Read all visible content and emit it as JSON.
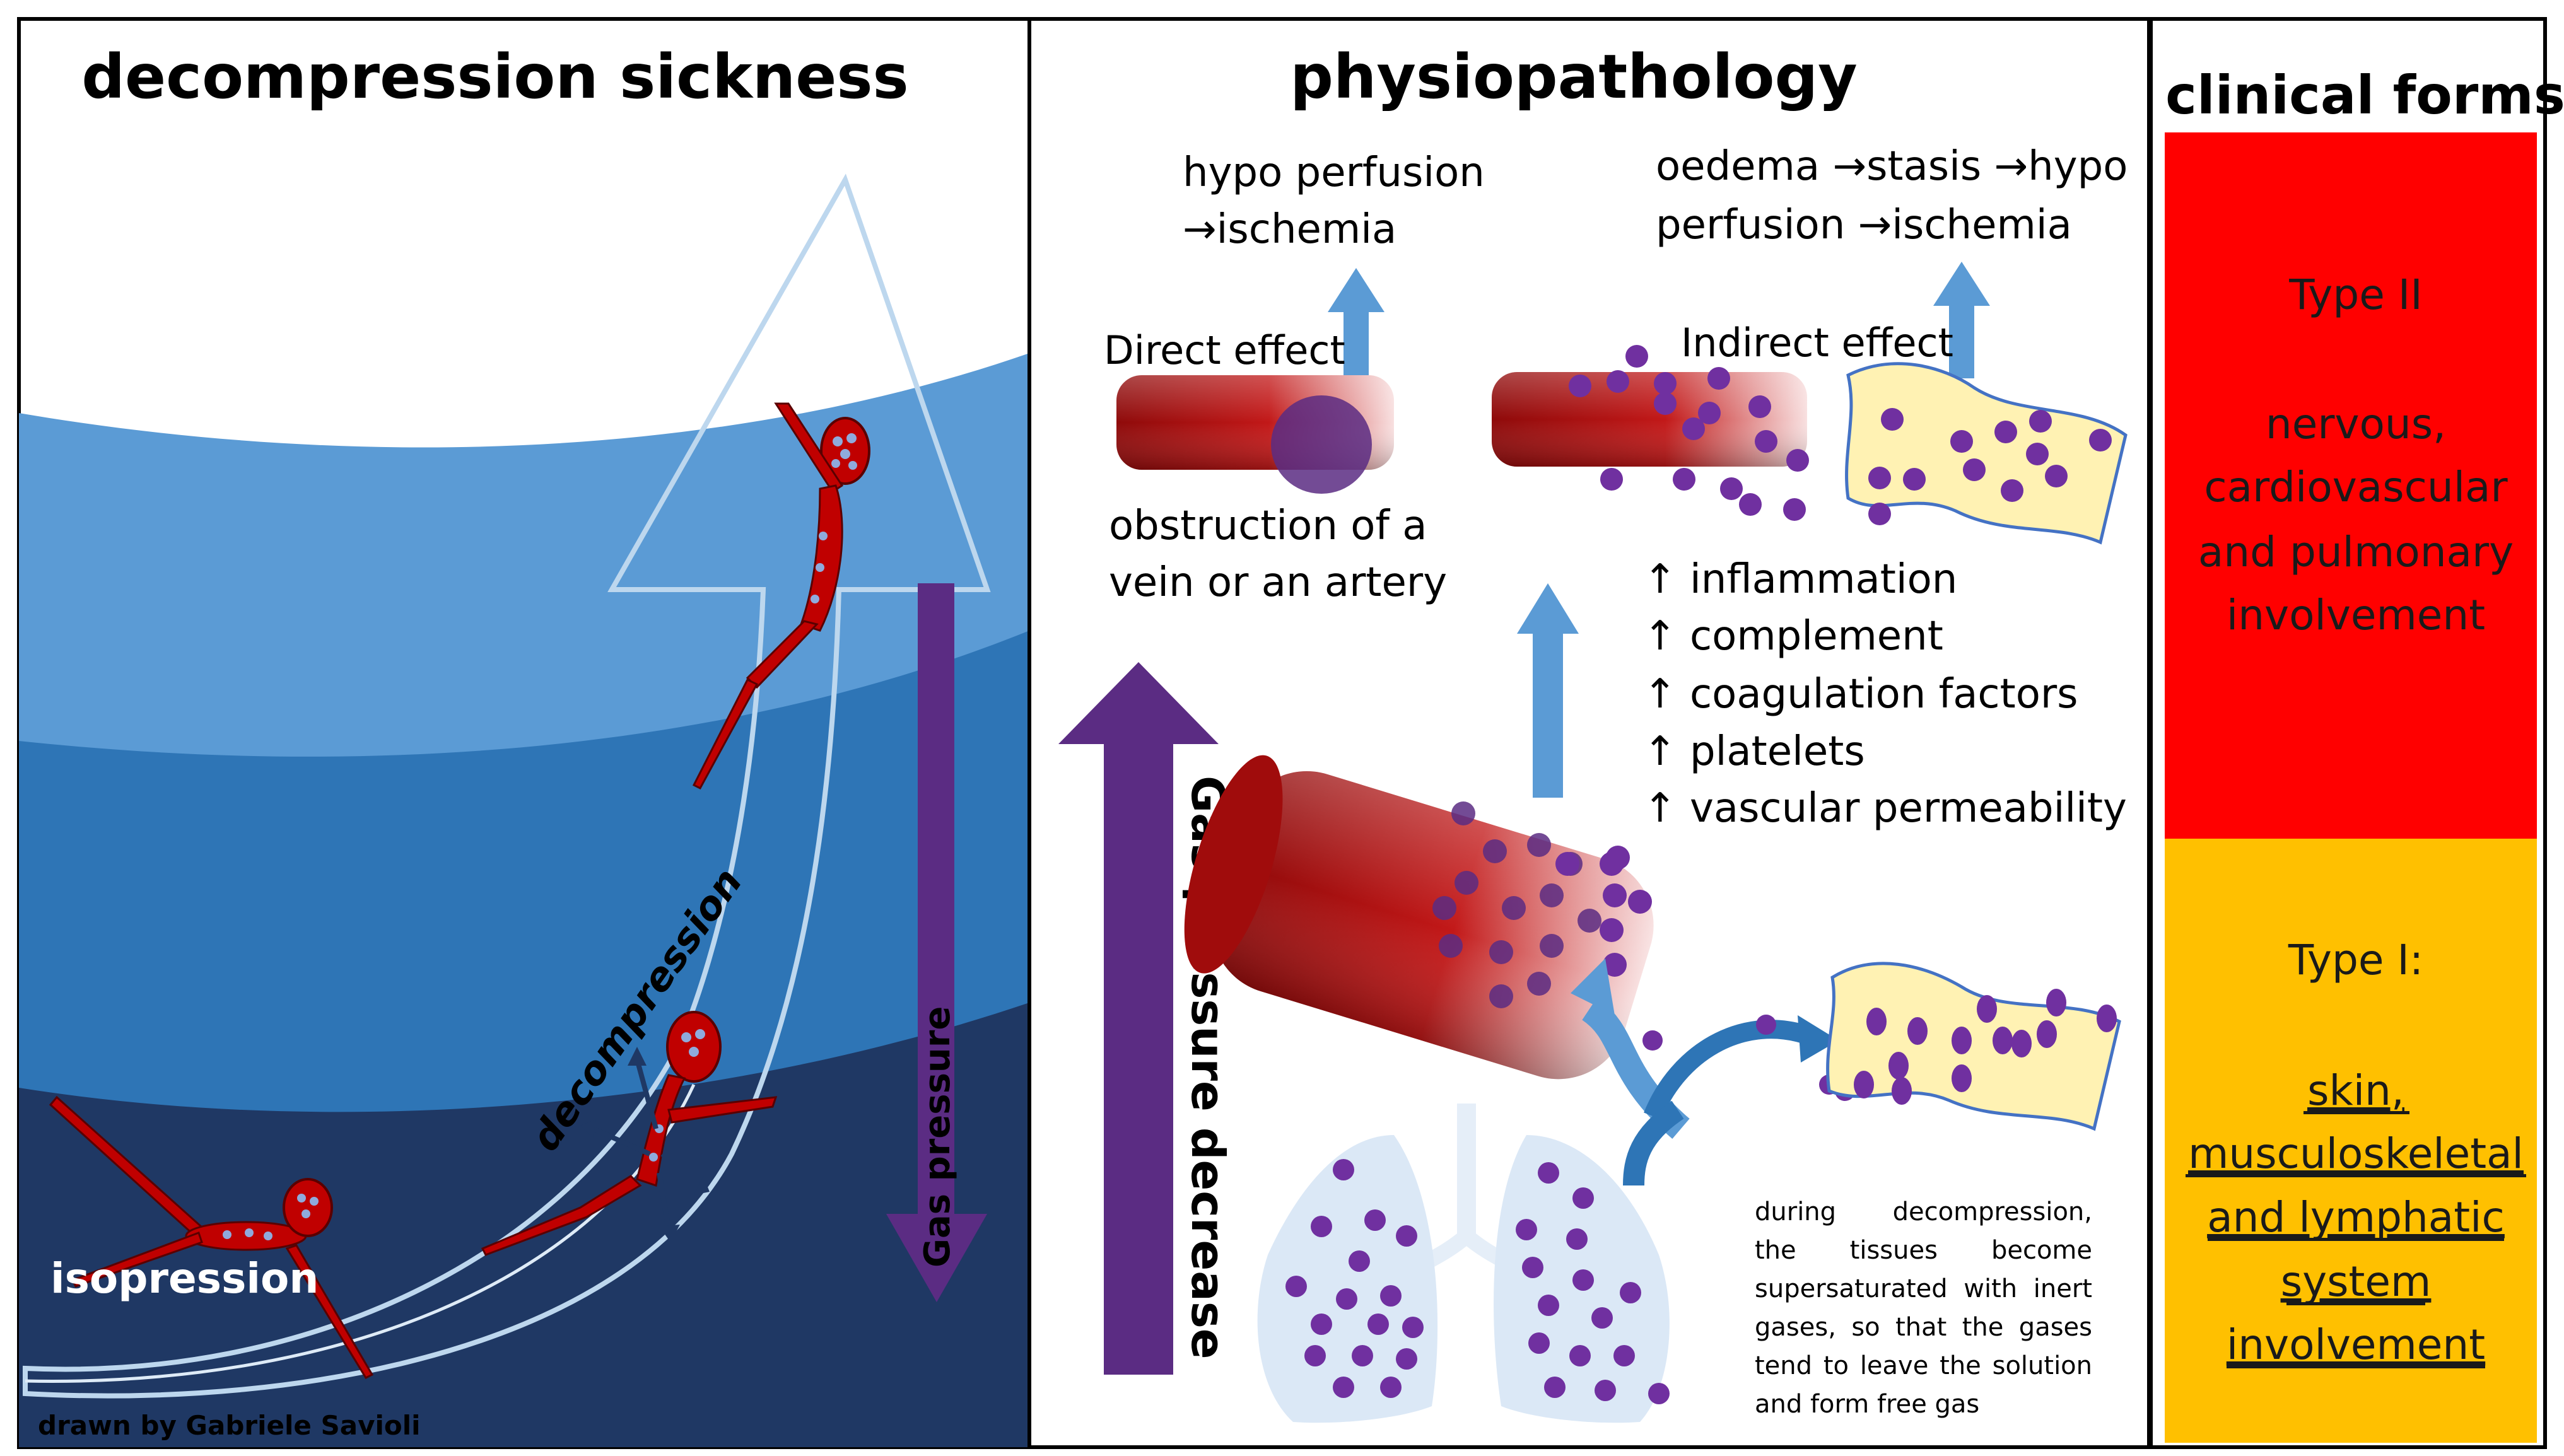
{
  "left_panel": {
    "title": "decompression sickness",
    "label_decompression": "decompression",
    "label_isopression": "isopression",
    "label_gas_pressure": "Gas pressure",
    "credit": "drawn by Gabriele Savioli"
  },
  "middle_panel": {
    "title": "physiopathology",
    "direct_top_line1": "hypo perfusion",
    "direct_top_line2": "→ischemia",
    "indirect_top_line1": "oedema →stasis →hypo",
    "indirect_top_line2": "perfusion →ischemia",
    "direct_effect": "Direct effect",
    "indirect_effect": "Indirect effect",
    "obstruction_line1": "obstruction of a",
    "obstruction_line2": "vein or an artery",
    "factors": [
      "↑ inflammation",
      "↑ complement",
      "↑ coagulation factors",
      "↑ platelets",
      "↑ vascular permeability"
    ],
    "gas_pressure_decrease": "Gas pressure decrease",
    "paragraph_lines": [
      "during decompression,",
      "the tissues become",
      "supersaturated with inert",
      "gases, so that the gases",
      "tend to leave the solution",
      "and form free gas"
    ]
  },
  "right_panel": {
    "title": "clinical forms",
    "type2_heading": "Type II",
    "type2_lines": [
      "nervous,",
      "cardiovascular",
      "and pulmonary",
      "involvement"
    ],
    "type1_heading": "Type I:",
    "type1_lines": [
      "skin,",
      "musculoskeletal",
      "and lymphatic",
      "system",
      "involvement"
    ]
  },
  "colors": {
    "type2_bg": "#ff0000",
    "type1_bg": "#ffc000",
    "arrow_blue": "#5b9bd5",
    "gas_purple": "#5b2c83",
    "bubble_purple": "#7030a0",
    "vessel_red": "#b01010",
    "tissue_yellow": "#fff2b3",
    "lung_blue": "#dbe8f6"
  }
}
